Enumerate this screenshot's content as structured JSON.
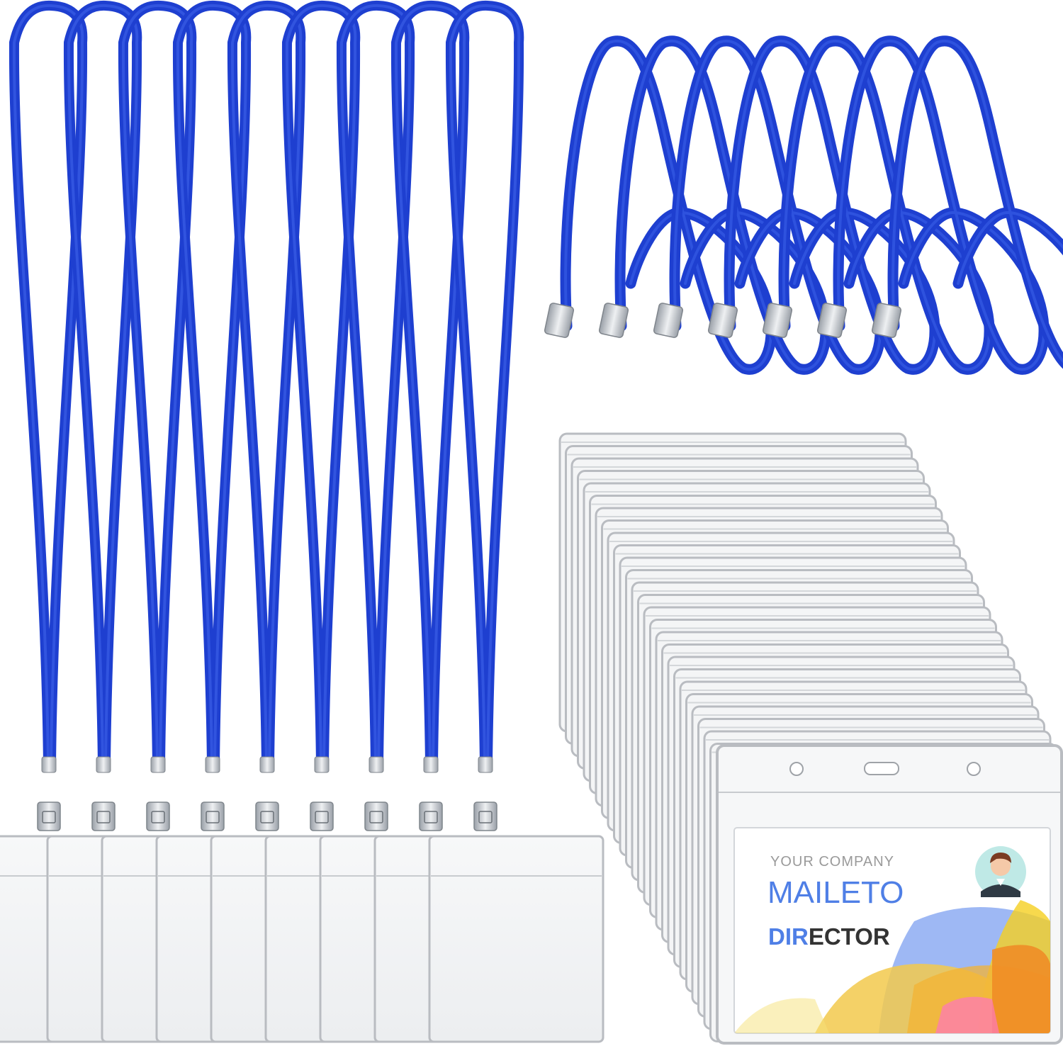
{
  "scene": {
    "background": "#ffffff",
    "lanyard_color": "#1e3fd0",
    "lanyard_highlight": "#3d63ea",
    "clip_color": "#c9ced4",
    "holder_border": "#b9bcc1",
    "hanging_lanyards_count": 9,
    "looped_lanyards_count": 7,
    "stacked_badge_holders_count": 26,
    "open_badge_holders_count": 9
  },
  "badge_card": {
    "company": "YOUR COMPANY",
    "name": "MAILETO",
    "title_part1": "DIR",
    "title_part2": "ECTOR",
    "accent_color": "#4f7fe6",
    "avatar_icon": "person-avatar-icon"
  }
}
